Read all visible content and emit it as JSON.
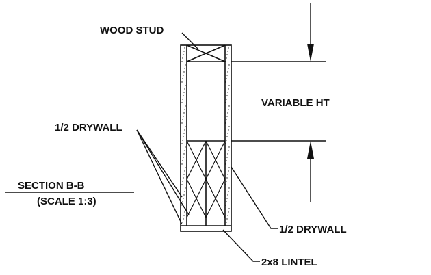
{
  "labels": {
    "wood_stud": "WOOD STUD",
    "variable_ht": "VARIABLE HT",
    "drywall_left": "1/2 DRYWALL",
    "drywall_right": "1/2 DRYWALL",
    "lintel": "2x8 LINTEL",
    "section_title": "SECTION B-B",
    "scale": "(SCALE 1:3)"
  },
  "colors": {
    "ink": "#111111",
    "background": "#ffffff"
  }
}
